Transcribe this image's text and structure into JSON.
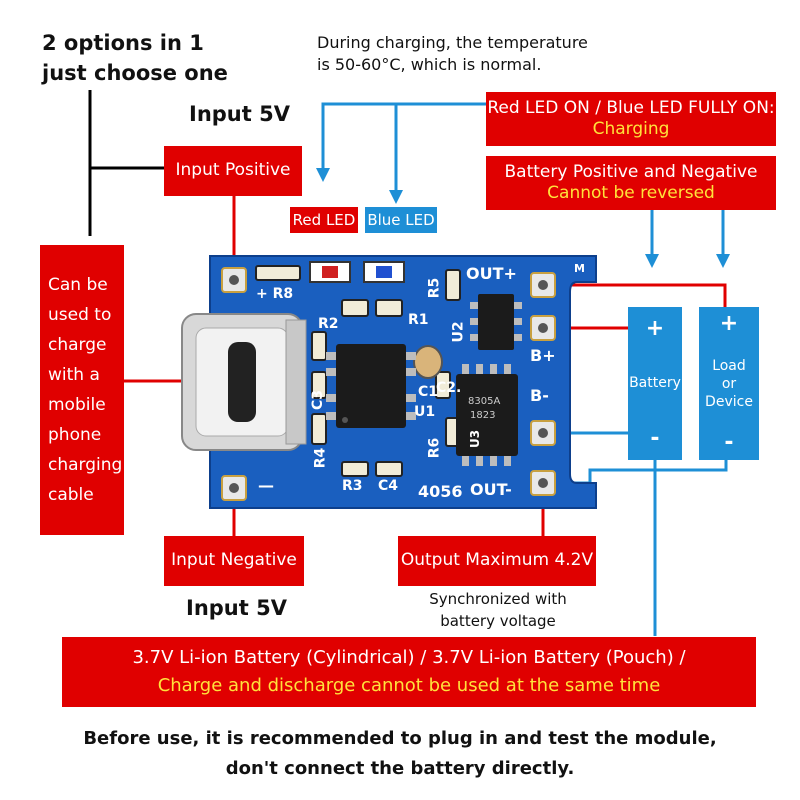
{
  "heading": [
    "2 options in 1",
    "just choose one"
  ],
  "temperature_note": [
    "During charging, the temperature",
    "is 50-60°C, which is normal."
  ],
  "input_5v_top": "Input 5V",
  "input_5v_bottom": "Input 5V",
  "input_positive": "Input Positive",
  "input_negative": "Input Negative",
  "red_led_label": "Red LED",
  "blue_led_label": "Blue LED",
  "led_status": {
    "line1": "Red LED  ON / Blue LED FULLY ON:",
    "line2": "Charging"
  },
  "battery_polarity": {
    "line1": "Battery Positive and Negative",
    "line2": "Cannot be reversed"
  },
  "usage_note": [
    "Can be",
    "used to",
    "charge",
    "with a",
    "mobile",
    "phone",
    "charging",
    "cable"
  ],
  "output_max": "Output Maximum 4.2V",
  "output_sync": [
    "Synchronized with",
    "battery voltage"
  ],
  "battery_types": {
    "line1": "3.7V Li-ion Battery (Cylindrical) / 3.7V Li-ion Battery (Pouch) /",
    "line2": "Charge and discharge cannot be used at the same time"
  },
  "footer": [
    "Before use, it is recommended to plug in and test the module,",
    "don't connect the battery directly."
  ],
  "battery": {
    "plus": "+",
    "label": "Battery",
    "minus": "-"
  },
  "load": {
    "plus": "+",
    "label": [
      "Load",
      "or",
      "Device"
    ],
    "minus": "-"
  },
  "board": {
    "out_plus": "OUT+",
    "out_minus": "OUT-",
    "b_plus": "B+",
    "b_minus": "B-",
    "r8": "+ R8",
    "minus": "—",
    "r1": "R1",
    "r2": "R2",
    "r3": "R3",
    "r4": "R4",
    "r5": "R5",
    "r6": "R6",
    "c1": "C1",
    "c2": "C2.",
    "c3": "C3",
    "c4": "C4",
    "u1": "U1",
    "u2": "U2",
    "u3": "U3",
    "m": "M",
    "model": "4056",
    "ic_text": [
      "8305A",
      "1823"
    ]
  },
  "colors": {
    "red": "#e00000",
    "blue": "#1e8fd6",
    "yellow": "#ffe23b",
    "pcb": "#1a5fbf"
  }
}
